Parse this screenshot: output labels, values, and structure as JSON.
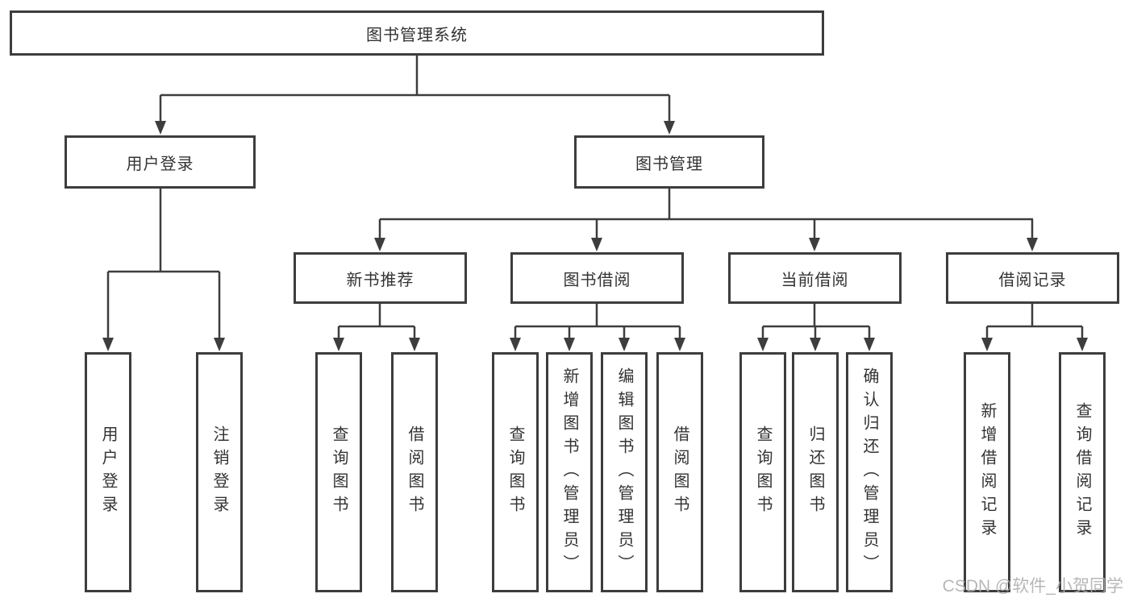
{
  "nodes": {
    "root": "图书管理系统",
    "user_login": "用户登录",
    "book_management": "图书管理",
    "new_book_recommend": "新书推荐",
    "book_borrow": "图书借阅",
    "current_borrow": "当前借阅",
    "borrow_record": "借阅记录",
    "user_login_leaf": "用户登录",
    "logout_leaf": "注销登录",
    "nbr_query_book": "查询图书",
    "nbr_borrow_book": "借阅图书",
    "bb_query_book": "查询图书",
    "bb_add_book": "新增图书（管理员）",
    "bb_edit_book": "编辑图书（管理员）",
    "bb_borrow_book": "借阅图书",
    "cb_query_book": "查询图书",
    "cb_return_book": "归还图书",
    "cb_confirm_return": "确认归还（管理员）",
    "br_add_record": "新增借阅记录",
    "br_query_record": "查询借阅记录"
  },
  "watermark": {
    "text": "CSDN @软件_小贺同学",
    "color": "#b0b0b0"
  },
  "colors": {
    "line": "#3d3d3d",
    "text": "#333333",
    "background": "#ffffff"
  }
}
